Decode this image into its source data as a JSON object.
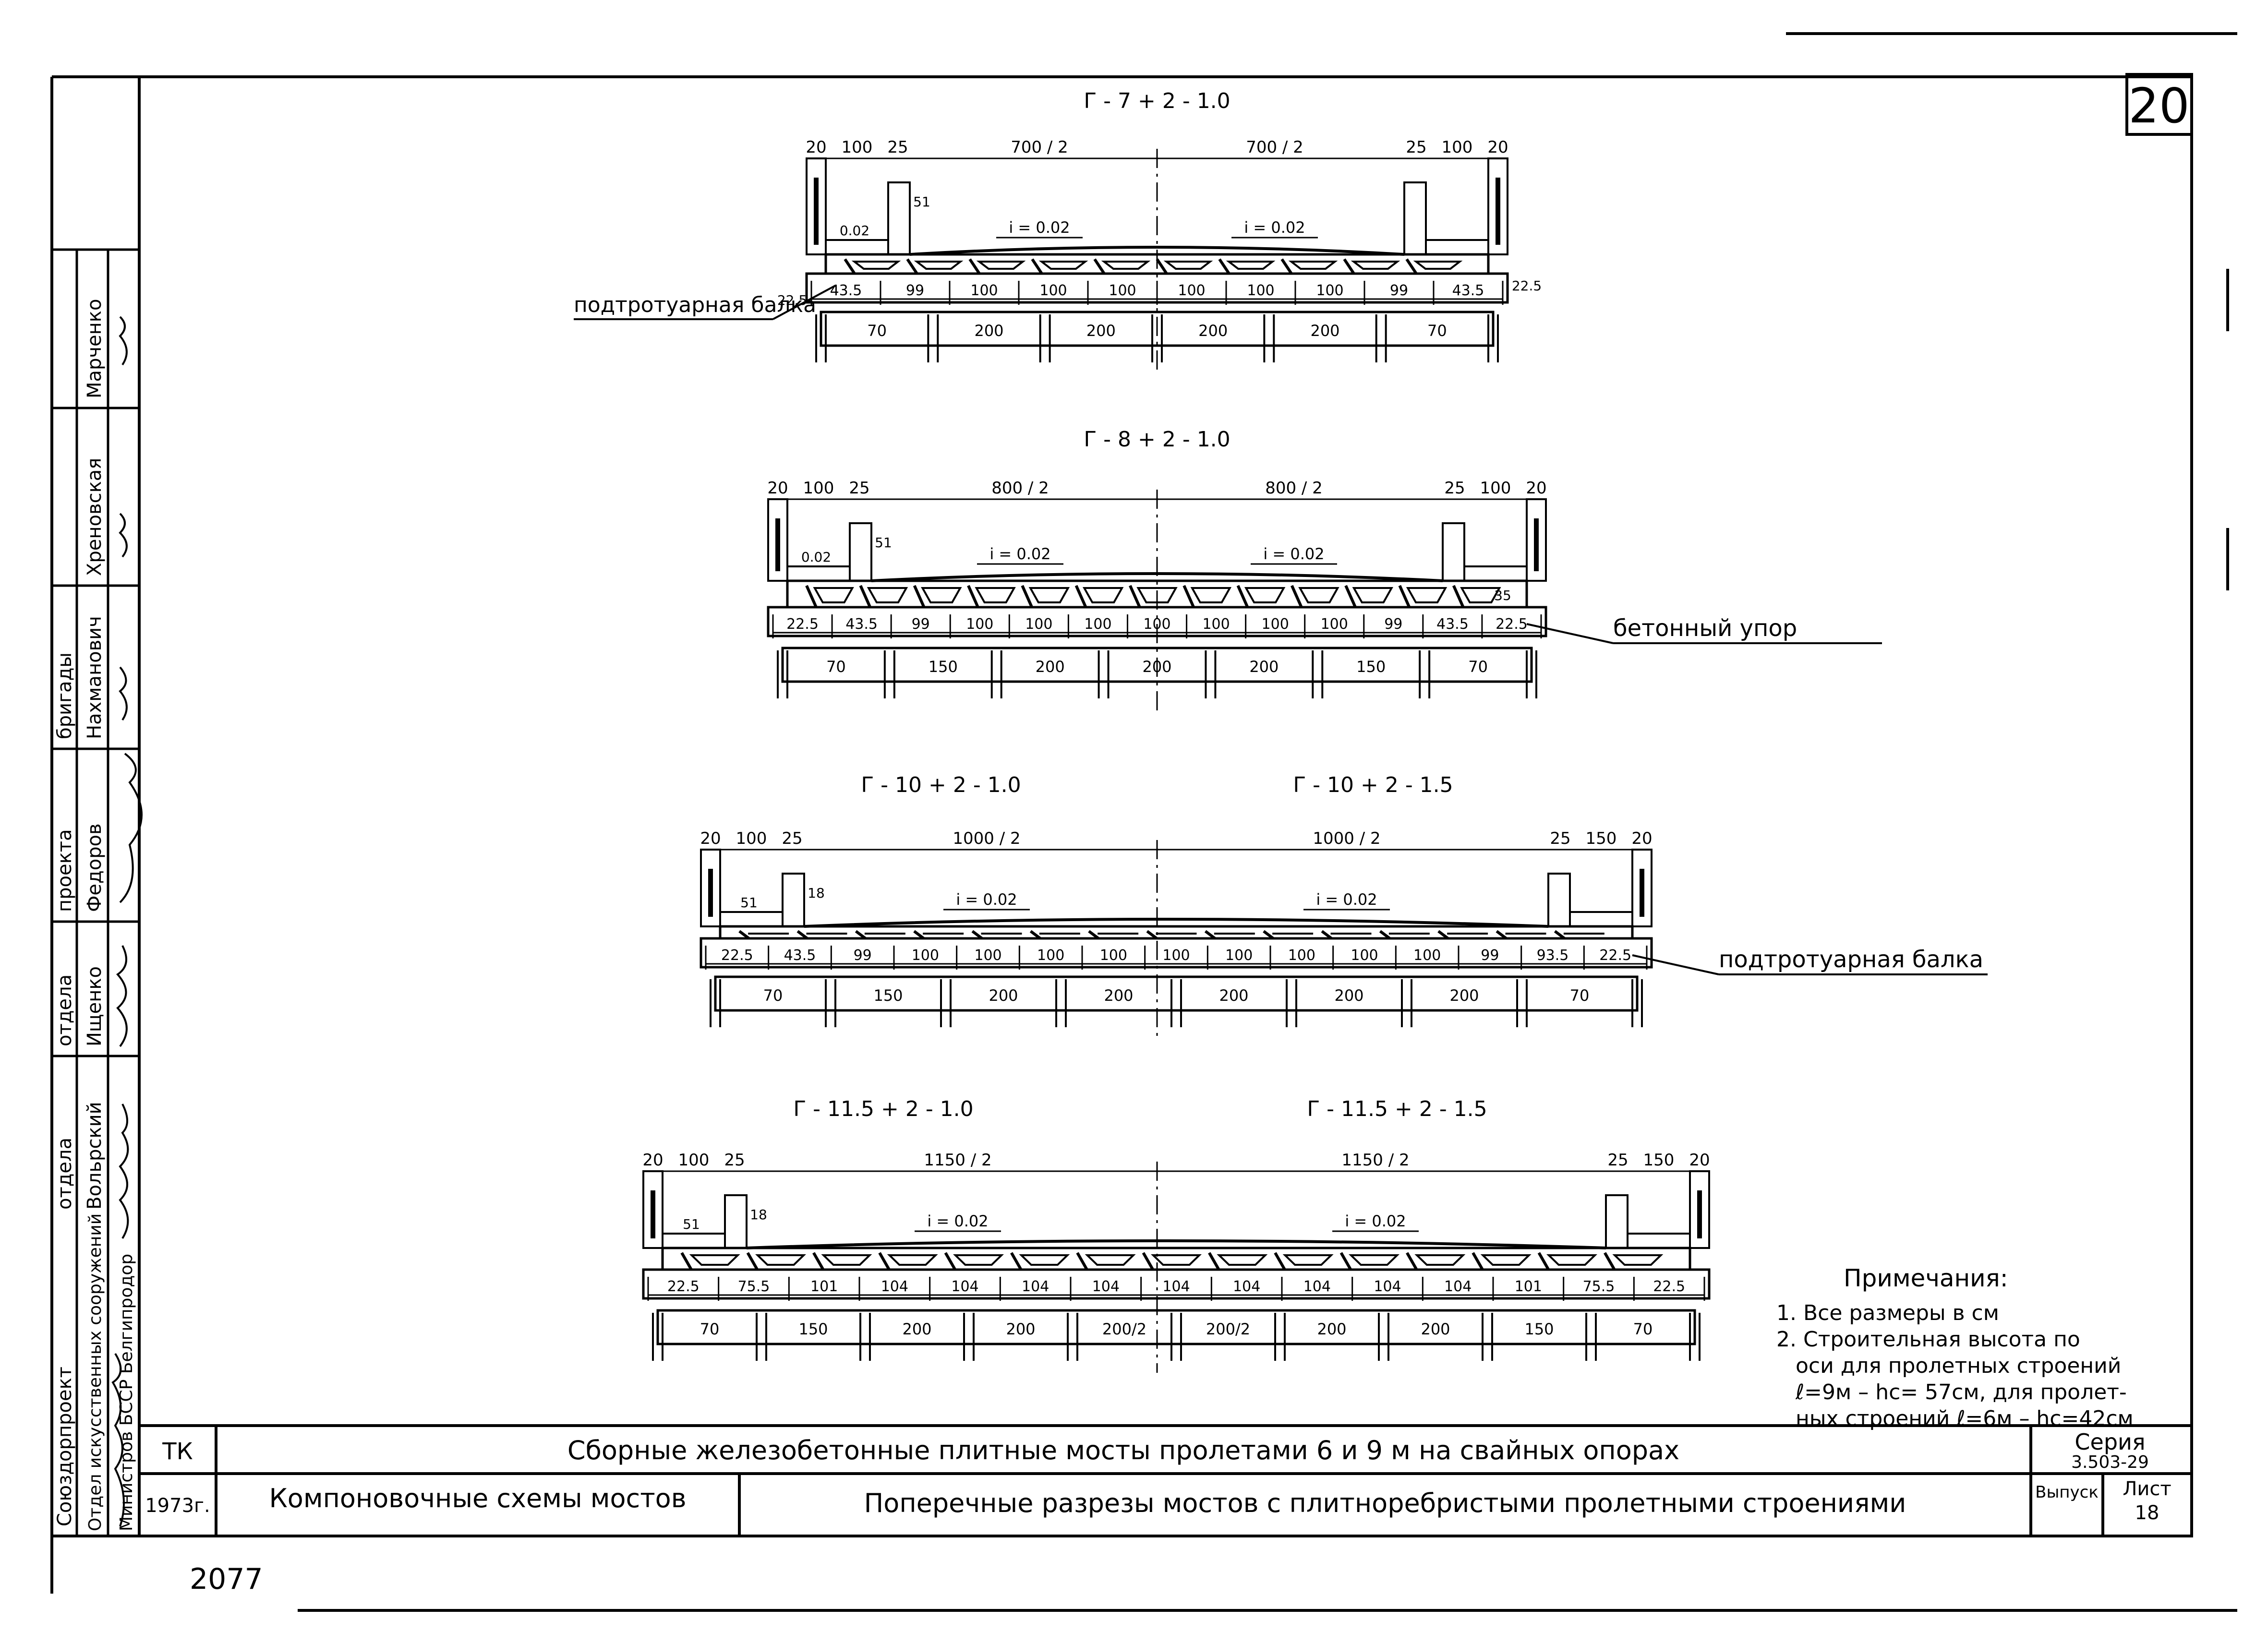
{
  "sheet_number": "20",
  "page_mark": "2077",
  "stamp": {
    "columns": [
      {
        "org": "Отдел искусственных сооружений",
        "role": "Министров БССР Белгипродор",
        "name": ""
      },
      {
        "org": "Союздорпроект",
        "role": "отдела",
        "name": "Вольрский"
      },
      {
        "org": "",
        "role": "отдела",
        "name": "Ищенко"
      },
      {
        "org": "",
        "role": "проекта",
        "name": "Федоров"
      },
      {
        "org": "",
        "role": "бригады",
        "name": "Нахманович"
      },
      {
        "org": "",
        "role": "",
        "name": "Хреновская"
      },
      {
        "org": "",
        "role": "",
        "name": "Марченко"
      }
    ]
  },
  "sections": [
    {
      "titles": [
        "Г - 7 + 2 - 1.0"
      ],
      "top_dims": [
        "20",
        "100",
        "25",
        "700 / 2",
        "700 / 2",
        "25",
        "100",
        "20"
      ],
      "slopes": [
        "i = 0.02",
        "i = 0.02"
      ],
      "small": [
        "0.02",
        "51"
      ],
      "beam_dims": [
        "43.5",
        "99",
        "100",
        "100",
        "100",
        "100",
        "100",
        "100",
        "99",
        "43.5"
      ],
      "side_dims": [
        "22.5",
        "22.5"
      ],
      "pier_dims": [
        "70",
        "200",
        "200",
        "200",
        "200",
        "70"
      ],
      "label": "подтротуарная балка"
    },
    {
      "titles": [
        "Г - 8 + 2 - 1.0"
      ],
      "top_dims": [
        "20",
        "100",
        "25",
        "800 / 2",
        "800 / 2",
        "25",
        "100",
        "20"
      ],
      "slopes": [
        "i = 0.02",
        "i = 0.02"
      ],
      "small": [
        "0.02",
        "51",
        "35"
      ],
      "beam_dims": [
        "22.5",
        "43.5",
        "99",
        "100",
        "100",
        "100",
        "100",
        "100",
        "100",
        "100",
        "99",
        "43.5",
        "22.5"
      ],
      "pier_dims": [
        "70",
        "150",
        "200",
        "200",
        "200",
        "150",
        "70"
      ],
      "label": "бетонный упор"
    },
    {
      "titles": [
        "Г - 10 + 2 - 1.0",
        "Г - 10 + 2 - 1.5"
      ],
      "top_dims": [
        "20",
        "100",
        "25",
        "1000 / 2",
        "1000 / 2",
        "25",
        "150",
        "20"
      ],
      "slopes": [
        "i = 0.02",
        "i = 0.02"
      ],
      "small": [
        "51",
        "18"
      ],
      "beam_dims": [
        "22.5",
        "43.5",
        "99",
        "100",
        "100",
        "100",
        "100",
        "100",
        "100",
        "100",
        "100",
        "100",
        "99",
        "93.5",
        "22.5"
      ],
      "pier_dims": [
        "70",
        "150",
        "200",
        "200",
        "200",
        "200",
        "200",
        "70"
      ],
      "label": "подтротуарная балка"
    },
    {
      "titles": [
        "Г - 11.5 + 2 - 1.0",
        "Г - 11.5 + 2 - 1.5"
      ],
      "top_dims": [
        "20",
        "100",
        "25",
        "1150 / 2",
        "1150 / 2",
        "25",
        "150",
        "20"
      ],
      "slopes": [
        "i = 0.02",
        "i = 0.02"
      ],
      "small": [
        "51",
        "18"
      ],
      "beam_dims": [
        "22.5",
        "75.5",
        "101",
        "104",
        "104",
        "104",
        "104",
        "104",
        "104",
        "104",
        "104",
        "104",
        "101",
        "75.5",
        "22.5"
      ],
      "pier_dims": [
        "70",
        "150",
        "200",
        "200",
        "200/2",
        "200/2",
        "200",
        "200",
        "150",
        "70"
      ],
      "label": ""
    }
  ],
  "notes": {
    "heading": "Примечания:",
    "lines": [
      "1. Все размеры в см",
      "2. Строительная высота по",
      "оси для пролетных строений",
      "ℓ=9м – hс= 57см, для пролет-",
      "ных строений ℓ=6м – hс=42см"
    ]
  },
  "title_block": {
    "code": "ТК",
    "main_title": "Сборные железобетонные плитные мосты пролетами 6 и 9 м на свайных опорах",
    "series_label": "Серия",
    "series_value": "3.503-29",
    "year": "1973г.",
    "subtitle": "Компоновочные схемы мостов",
    "description": "Поперечные разрезы мостов с плитноребристыми пролетными строениями",
    "issue_label": "Выпуск",
    "sheet_label": "Лист",
    "sheet_value": "18"
  }
}
